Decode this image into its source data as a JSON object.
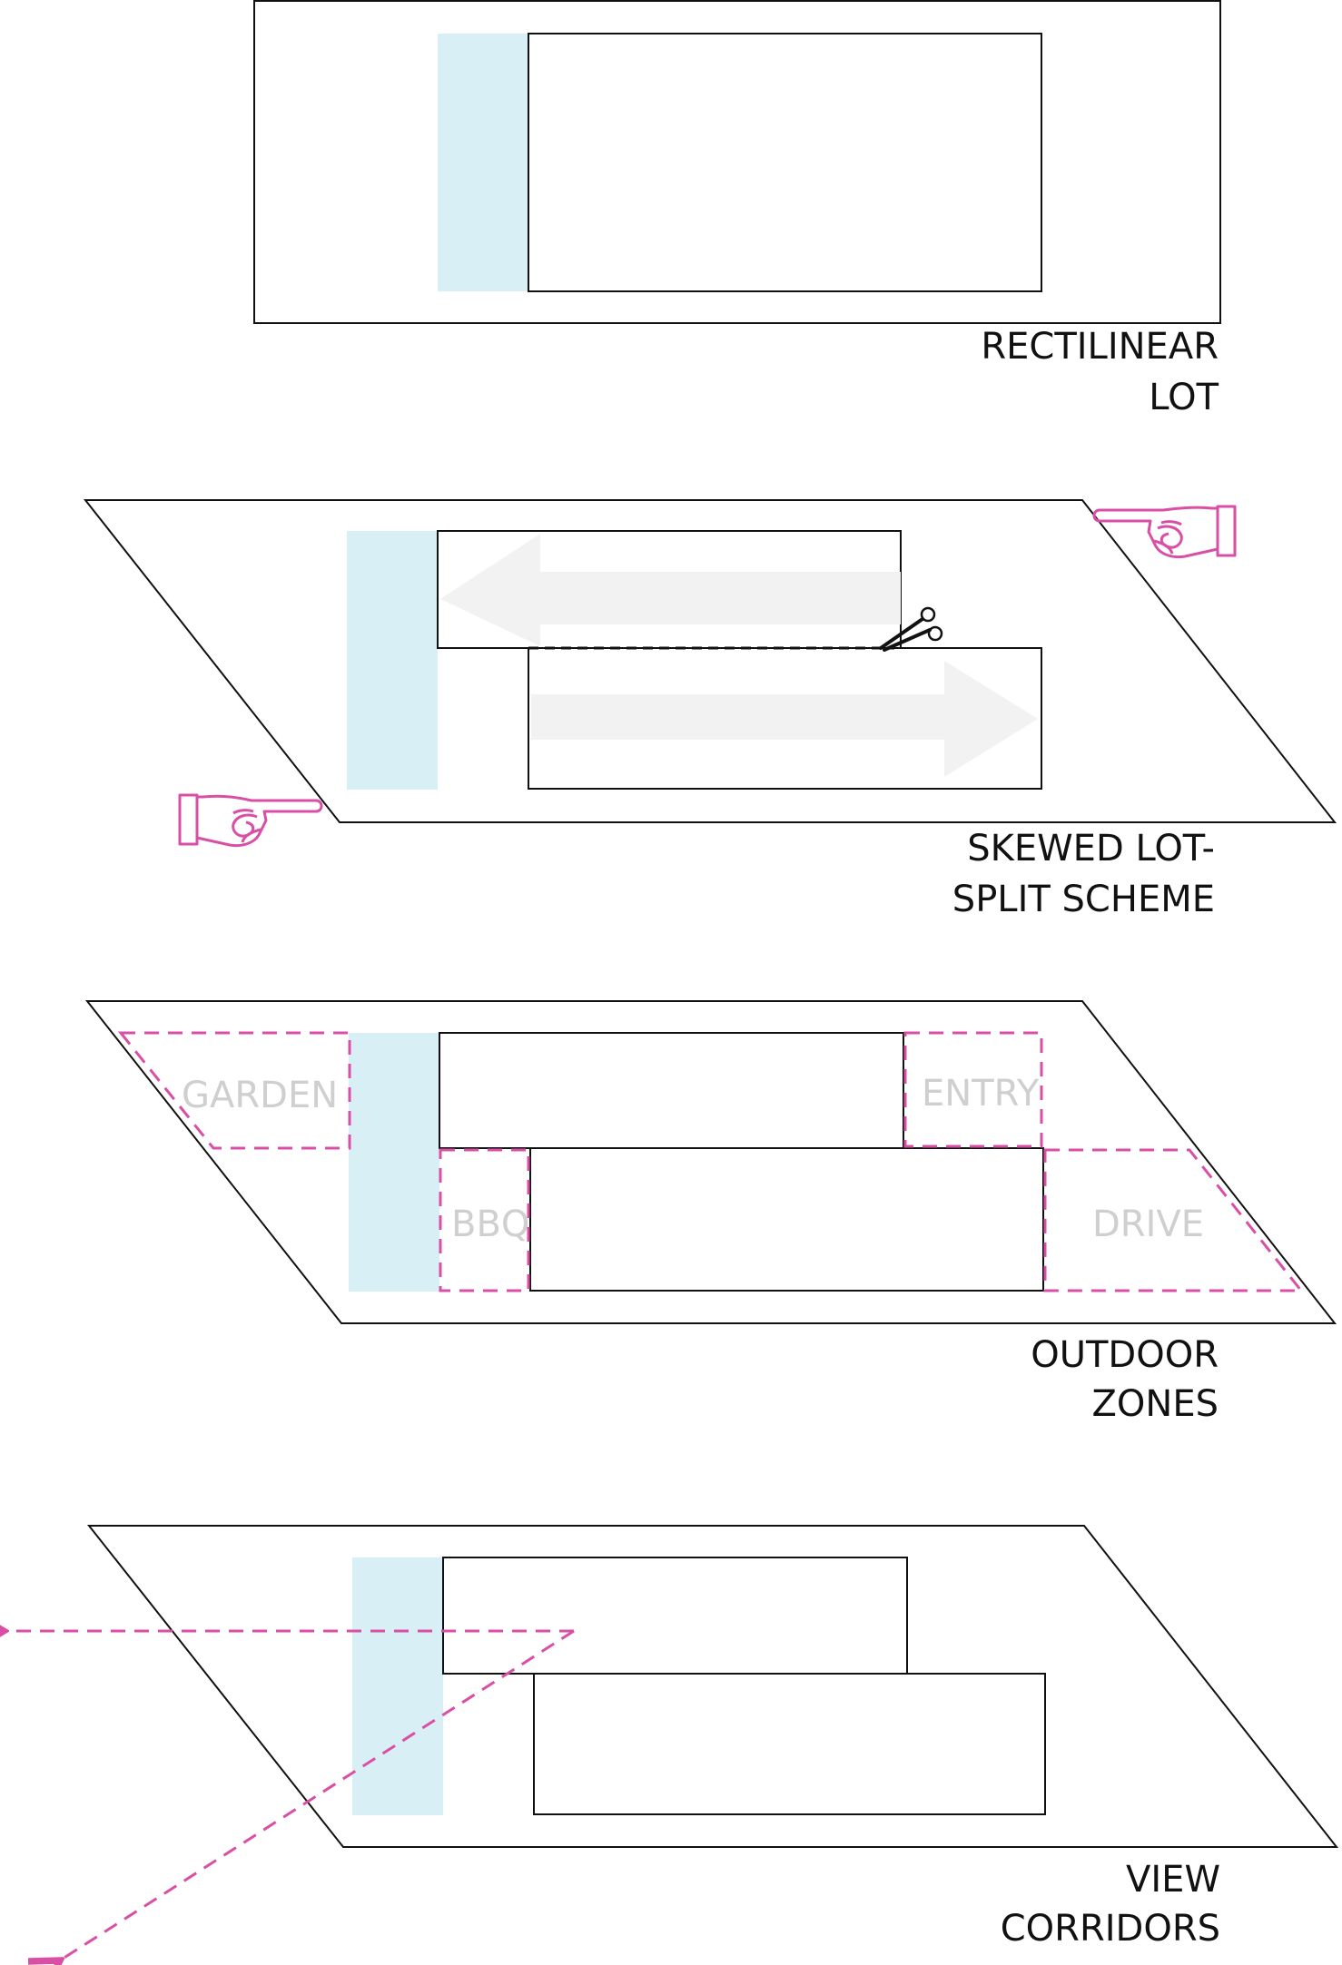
{
  "colors": {
    "line": "#111111",
    "pool": "#d9eff6",
    "accent": "#d94fa6",
    "arrow_fill": "#f2f2f2",
    "zone_text": "#cfcfcf"
  },
  "panels": [
    {
      "caption_line1": "RECTILINEAR",
      "caption_line2": "LOT"
    },
    {
      "caption_line1": "SKEWED LOT-",
      "caption_line2": "SPLIT SCHEME"
    },
    {
      "caption_line1": "OUTDOOR",
      "caption_line2": "ZONES"
    },
    {
      "caption_line1": "VIEW",
      "caption_line2": "CORRIDORS"
    }
  ],
  "zones": {
    "garden": "GARDEN",
    "entry": "ENTRY",
    "bbq": "BBQ",
    "drive": "DRIVE"
  },
  "icons": {
    "hand_top": "pointing-hand-icon",
    "hand_bottom": "pointing-hand-icon",
    "scissors": "scissors-icon"
  }
}
